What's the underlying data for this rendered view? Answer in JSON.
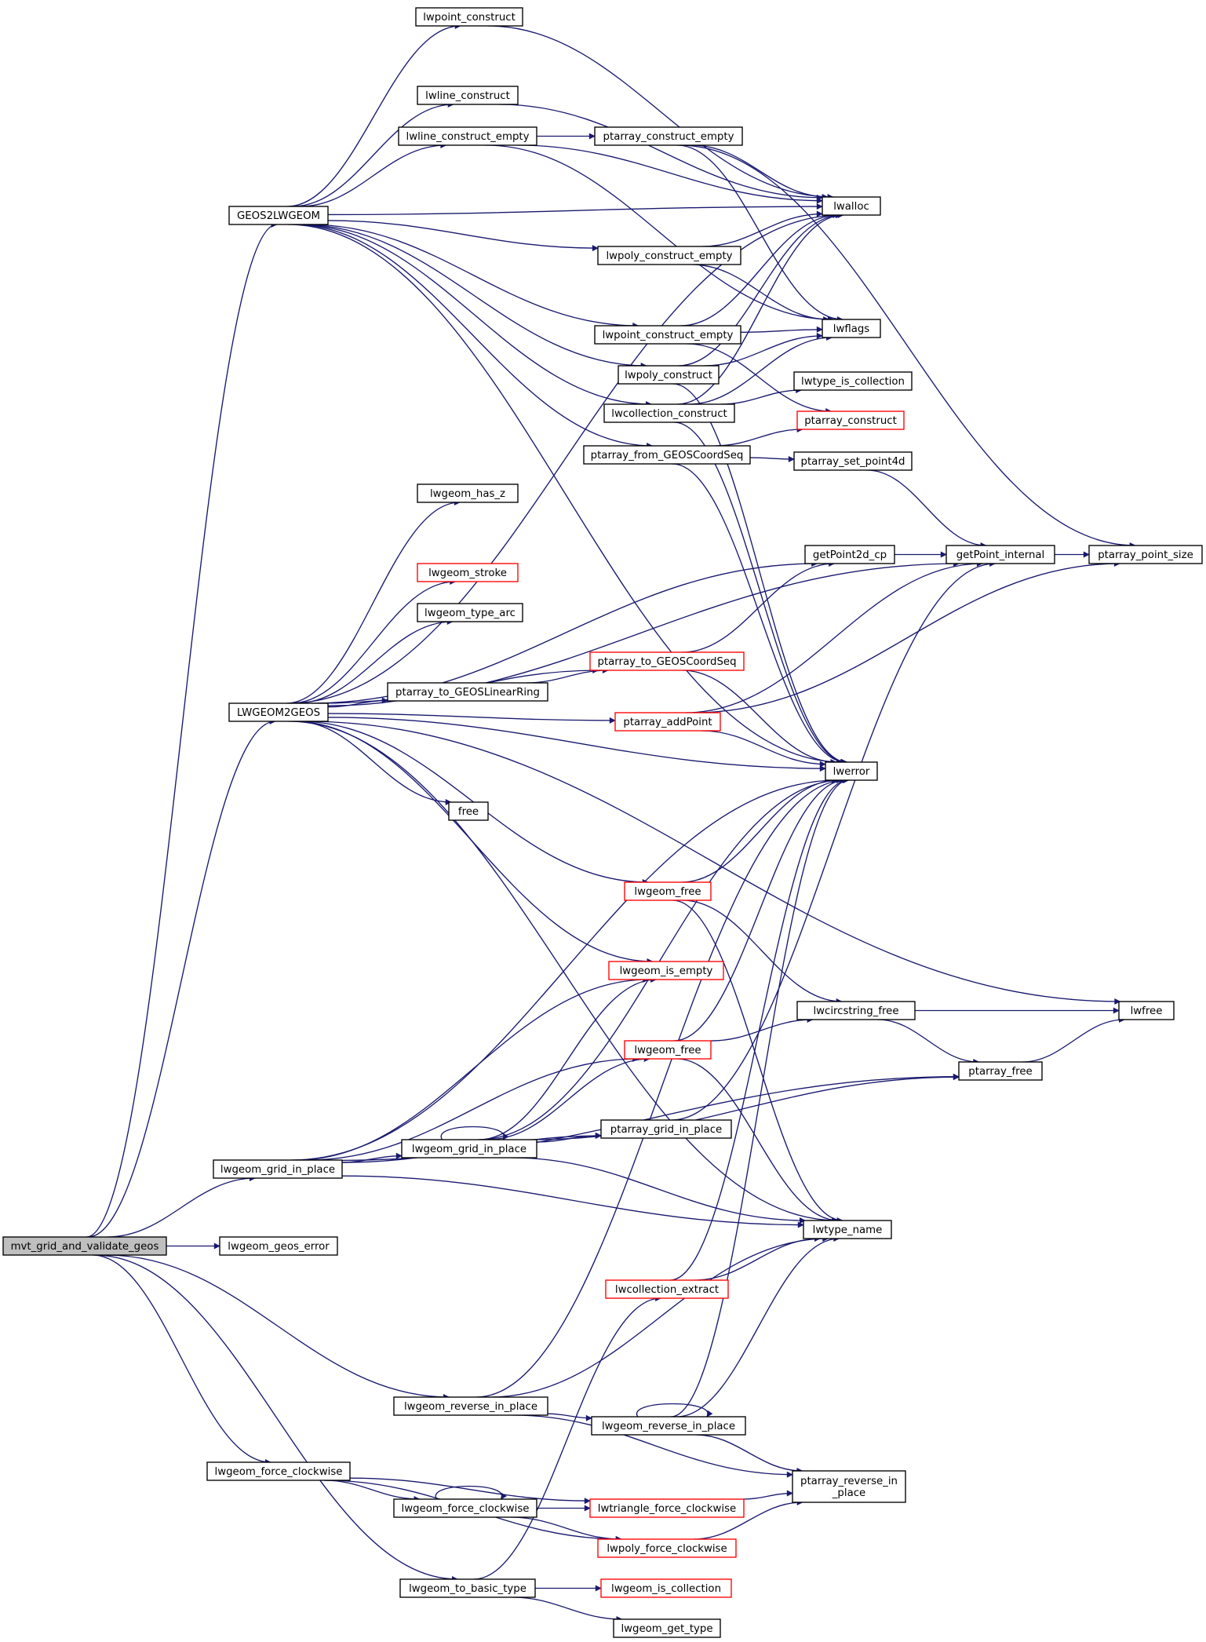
{
  "diagram": {
    "colors": {
      "edge": "#191970",
      "node_border": "#000000",
      "node_border_incomplete": "#ff0000",
      "root_fill": "#bfbfbf",
      "node_fill": "#ffffff"
    },
    "nodes": [
      {
        "id": "root",
        "label": "mvt_grid_and_validate_geos",
        "root": true
      },
      {
        "id": "geos2lwgeom",
        "label": "GEOS2LWGEOM"
      },
      {
        "id": "lwgeom2geos",
        "label": "LWGEOM2GEOS"
      },
      {
        "id": "gridinplace1",
        "label": "lwgeom_grid_in_place"
      },
      {
        "id": "geoserror",
        "label": "lwgeom_geos_error"
      },
      {
        "id": "revinplace1",
        "label": "lwgeom_reverse_in_place"
      },
      {
        "id": "forcecw1",
        "label": "lwgeom_force_clockwise"
      },
      {
        "id": "tobasic",
        "label": "lwgeom_to_basic_type"
      },
      {
        "id": "lwpointconstruct",
        "label": "lwpoint_construct"
      },
      {
        "id": "lwlineconstruct",
        "label": "lwline_construct"
      },
      {
        "id": "lwlineconstructempty",
        "label": "lwline_construct_empty"
      },
      {
        "id": "ptarrayconstructempty",
        "label": "ptarray_construct_empty"
      },
      {
        "id": "lwalloc",
        "label": "lwalloc"
      },
      {
        "id": "lwpolyconstructempty",
        "label": "lwpoly_construct_empty"
      },
      {
        "id": "lwflags",
        "label": "lwflags"
      },
      {
        "id": "lwpointconstructempty",
        "label": "lwpoint_construct_empty"
      },
      {
        "id": "lwpolyconstruct",
        "label": "lwpoly_construct"
      },
      {
        "id": "lwtypeiscollection",
        "label": "lwtype_is_collection"
      },
      {
        "id": "lwcollectionconstruct",
        "label": "lwcollection_construct"
      },
      {
        "id": "ptarrayconstruct",
        "label": "ptarray_construct",
        "incomplete": true
      },
      {
        "id": "ptarrayfromgeos",
        "label": "ptarray_from_GEOSCoordSeq"
      },
      {
        "id": "ptarraysetpoint4d",
        "label": "ptarray_set_point4d"
      },
      {
        "id": "lwgeomhasz",
        "label": "lwgeom_has_z"
      },
      {
        "id": "getpoint2dcp",
        "label": "getPoint2d_cp"
      },
      {
        "id": "getpointinternal",
        "label": "getPoint_internal"
      },
      {
        "id": "ptarraypointsize",
        "label": "ptarray_point_size"
      },
      {
        "id": "lwgeomstroke",
        "label": "lwgeom_stroke",
        "incomplete": true
      },
      {
        "id": "lwgeomtypearc",
        "label": "lwgeom_type_arc"
      },
      {
        "id": "ptarraytogeos",
        "label": "ptarray_to_GEOSCoordSeq",
        "incomplete": true
      },
      {
        "id": "ptarraytoring",
        "label": "ptarray_to_GEOSLinearRing"
      },
      {
        "id": "ptarrayaddpoint",
        "label": "ptarray_addPoint",
        "incomplete": true
      },
      {
        "id": "lwerror",
        "label": "lwerror"
      },
      {
        "id": "free",
        "label": "free"
      },
      {
        "id": "lwgeomfree1",
        "label": "lwgeom_free",
        "incomplete": true
      },
      {
        "id": "lwgeomisempty",
        "label": "lwgeom_is_empty",
        "incomplete": true
      },
      {
        "id": "lwcircstringfree",
        "label": "lwcircstring_free"
      },
      {
        "id": "lwfree",
        "label": "lwfree"
      },
      {
        "id": "lwgeomfree2",
        "label": "lwgeom_free",
        "incomplete": true
      },
      {
        "id": "ptarrayfree",
        "label": "ptarray_free"
      },
      {
        "id": "gridinplace2",
        "label": "lwgeom_grid_in_place"
      },
      {
        "id": "ptarraygridinplace",
        "label": "ptarray_grid_in_place"
      },
      {
        "id": "lwtypename",
        "label": "lwtype_name"
      },
      {
        "id": "lwcollectionextract",
        "label": "lwcollection_extract",
        "incomplete": true
      },
      {
        "id": "revinplace2",
        "label": "lwgeom_reverse_in_place"
      },
      {
        "id": "ptarrayreverse",
        "label": "ptarray_reverse_in\n_place"
      },
      {
        "id": "forcecw2",
        "label": "lwgeom_force_clockwise"
      },
      {
        "id": "lwtriangleforcecw",
        "label": "lwtriangle_force_clockwise",
        "incomplete": true
      },
      {
        "id": "lwpolyforcecw",
        "label": "lwpoly_force_clockwise",
        "incomplete": true
      },
      {
        "id": "lwgeomiscollection",
        "label": "lwgeom_is_collection",
        "incomplete": true
      },
      {
        "id": "lwgeomgettype",
        "label": "lwgeom_get_type"
      }
    ],
    "edges": [
      [
        "root",
        "geos2lwgeom"
      ],
      [
        "root",
        "lwgeom2geos"
      ],
      [
        "root",
        "gridinplace1"
      ],
      [
        "root",
        "geoserror"
      ],
      [
        "root",
        "revinplace1"
      ],
      [
        "root",
        "forcecw1"
      ],
      [
        "root",
        "tobasic"
      ],
      [
        "geos2lwgeom",
        "lwpointconstruct"
      ],
      [
        "geos2lwgeom",
        "lwalloc"
      ],
      [
        "geos2lwgeom",
        "lwlineconstruct"
      ],
      [
        "geos2lwgeom",
        "lwlineconstructempty"
      ],
      [
        "geos2lwgeom",
        "lwpolyconstructempty"
      ],
      [
        "geos2lwgeom",
        "lwpointconstructempty"
      ],
      [
        "geos2lwgeom",
        "lwpolyconstruct"
      ],
      [
        "geos2lwgeom",
        "lwcollectionconstruct"
      ],
      [
        "geos2lwgeom",
        "ptarrayfromgeos"
      ],
      [
        "geos2lwgeom",
        "lwerror"
      ],
      [
        "lwpointconstruct",
        "lwalloc"
      ],
      [
        "lwlineconstruct",
        "lwalloc"
      ],
      [
        "lwlineconstructempty",
        "ptarrayconstructempty"
      ],
      [
        "lwlineconstructempty",
        "lwalloc"
      ],
      [
        "lwlineconstructempty",
        "lwflags"
      ],
      [
        "ptarrayconstructempty",
        "lwalloc"
      ],
      [
        "ptarrayconstructempty",
        "lwflags"
      ],
      [
        "ptarrayconstructempty",
        "ptarraypointsize"
      ],
      [
        "lwpolyconstructempty",
        "lwalloc"
      ],
      [
        "lwpolyconstructempty",
        "lwflags"
      ],
      [
        "lwpointconstructempty",
        "lwalloc"
      ],
      [
        "lwpointconstructempty",
        "lwflags"
      ],
      [
        "lwpointconstructempty",
        "ptarrayconstruct"
      ],
      [
        "lwpolyconstruct",
        "lwalloc"
      ],
      [
        "lwpolyconstruct",
        "lwflags"
      ],
      [
        "lwpolyconstruct",
        "lwerror"
      ],
      [
        "lwcollectionconstruct",
        "lwalloc"
      ],
      [
        "lwcollectionconstruct",
        "lwflags"
      ],
      [
        "lwcollectionconstruct",
        "lwtypeiscollection"
      ],
      [
        "lwcollectionconstruct",
        "lwerror"
      ],
      [
        "ptarrayfromgeos",
        "ptarrayconstruct"
      ],
      [
        "ptarrayfromgeos",
        "ptarraysetpoint4d"
      ],
      [
        "ptarrayfromgeos",
        "lwerror"
      ],
      [
        "ptarraysetpoint4d",
        "getpointinternal"
      ],
      [
        "getpoint2dcp",
        "getpointinternal"
      ],
      [
        "getpointinternal",
        "ptarraypointsize"
      ],
      [
        "lwgeom2geos",
        "lwalloc"
      ],
      [
        "lwgeom2geos",
        "lwgeomhasz"
      ],
      [
        "lwgeom2geos",
        "getpoint2dcp"
      ],
      [
        "lwgeom2geos",
        "getpointinternal"
      ],
      [
        "lwgeom2geos",
        "lwgeomstroke"
      ],
      [
        "lwgeom2geos",
        "lwgeomtypearc"
      ],
      [
        "lwgeom2geos",
        "ptarraytogeos"
      ],
      [
        "lwgeom2geos",
        "ptarraytoring"
      ],
      [
        "lwgeom2geos",
        "ptarrayaddpoint"
      ],
      [
        "lwgeom2geos",
        "lwerror"
      ],
      [
        "lwgeom2geos",
        "free"
      ],
      [
        "lwgeom2geos",
        "lwfree"
      ],
      [
        "lwgeom2geos",
        "lwgeomfree1"
      ],
      [
        "lwgeom2geos",
        "lwtypename"
      ],
      [
        "lwgeom2geos",
        "lwgeomisempty"
      ],
      [
        "ptarraytoring",
        "ptarraytogeos"
      ],
      [
        "ptarraytogeos",
        "getpoint2dcp"
      ],
      [
        "ptarraytogeos",
        "lwerror"
      ],
      [
        "ptarrayaddpoint",
        "getpointinternal"
      ],
      [
        "ptarrayaddpoint",
        "ptarraypointsize"
      ],
      [
        "ptarrayaddpoint",
        "lwerror"
      ],
      [
        "lwgeomfree1",
        "lwerror"
      ],
      [
        "lwgeomfree1",
        "lwcircstringfree"
      ],
      [
        "lwgeomfree1",
        "lwtypename"
      ],
      [
        "lwcircstringfree",
        "lwfree"
      ],
      [
        "lwcircstringfree",
        "ptarrayfree"
      ],
      [
        "ptarrayfree",
        "lwfree"
      ],
      [
        "lwgeomfree2",
        "lwerror"
      ],
      [
        "lwgeomfree2",
        "lwcircstringfree"
      ],
      [
        "lwgeomfree2",
        "lwtypename"
      ],
      [
        "gridinplace1",
        "lwerror"
      ],
      [
        "gridinplace1",
        "lwgeomisempty"
      ],
      [
        "gridinplace1",
        "lwgeomfree2"
      ],
      [
        "gridinplace1",
        "gridinplace2"
      ],
      [
        "gridinplace1",
        "ptarraygridinplace"
      ],
      [
        "gridinplace1",
        "lwtypename"
      ],
      [
        "gridinplace1",
        "ptarrayfree"
      ],
      [
        "gridinplace2",
        "gridinplace2"
      ],
      [
        "gridinplace2",
        "lwgeomisempty"
      ],
      [
        "gridinplace2",
        "lwgeomfree2"
      ],
      [
        "gridinplace2",
        "lwerror"
      ],
      [
        "gridinplace2",
        "ptarrayfree"
      ],
      [
        "gridinplace2",
        "ptarraygridinplace"
      ],
      [
        "gridinplace2",
        "lwtypename"
      ],
      [
        "ptarraygridinplace",
        "getpointinternal"
      ],
      [
        "lwcollectionextract",
        "lwerror"
      ],
      [
        "lwcollectionextract",
        "lwtypename"
      ],
      [
        "revinplace1",
        "lwerror"
      ],
      [
        "revinplace1",
        "lwtypename"
      ],
      [
        "revinplace1",
        "revinplace2"
      ],
      [
        "revinplace1",
        "ptarrayreverse"
      ],
      [
        "revinplace2",
        "revinplace2"
      ],
      [
        "revinplace2",
        "lwerror"
      ],
      [
        "revinplace2",
        "lwtypename"
      ],
      [
        "revinplace2",
        "ptarrayreverse"
      ],
      [
        "forcecw1",
        "lwtriangleforcecw"
      ],
      [
        "forcecw1",
        "forcecw2"
      ],
      [
        "forcecw1",
        "lwpolyforcecw"
      ],
      [
        "forcecw2",
        "forcecw2"
      ],
      [
        "forcecw2",
        "lwtriangleforcecw"
      ],
      [
        "forcecw2",
        "lwpolyforcecw"
      ],
      [
        "lwtriangleforcecw",
        "ptarrayreverse"
      ],
      [
        "lwpolyforcecw",
        "ptarrayreverse"
      ],
      [
        "tobasic",
        "lwcollectionextract"
      ],
      [
        "tobasic",
        "lwgeomiscollection"
      ],
      [
        "tobasic",
        "lwgeomgettype"
      ]
    ]
  }
}
